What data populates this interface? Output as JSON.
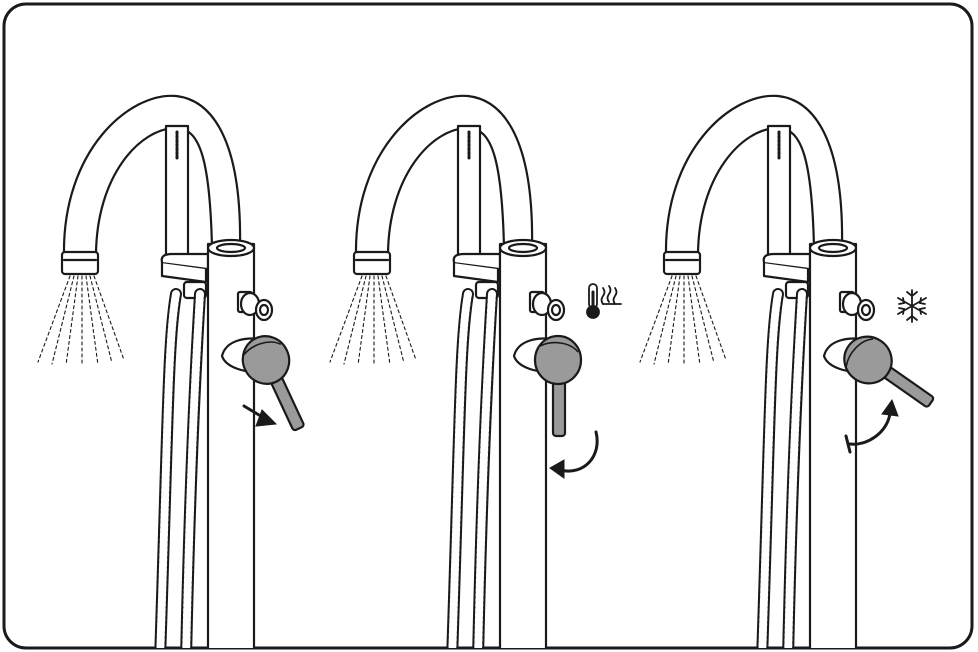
{
  "figure": {
    "colors": {
      "line": "#1a1a1a",
      "background": "#ffffff",
      "handle": "#9a9a9a",
      "handle_dark": "#7d7d7d"
    },
    "panels": [
      {
        "state": "open",
        "lever_angle_deg": -25,
        "indicator": "none",
        "arrow": "straight-pull-arrow"
      },
      {
        "state": "hot",
        "lever_angle_deg": 0,
        "indicator": "thermometer-hot-icon",
        "arrow": "curved-rotate-left-arrow"
      },
      {
        "state": "cold",
        "lever_angle_deg": -55,
        "indicator": "snowflake-icon",
        "arrow": "curved-rotate-right-arrow"
      }
    ]
  }
}
